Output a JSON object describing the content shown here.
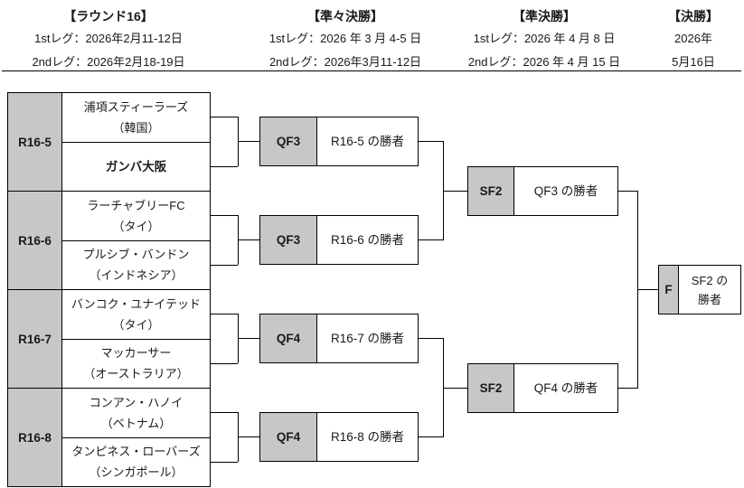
{
  "header": {
    "columns": [
      {
        "title": "【ラウンド16】",
        "line1": "1stレグ：2026年2月11-12日",
        "line2": "2ndレグ：2026年2月18-19日"
      },
      {
        "title": "【準々決勝】",
        "line1": "1stレグ：2026 年 3 月 4-5 日",
        "line2": "2ndレグ：2026年3月11-12日"
      },
      {
        "title": "【準決勝】",
        "line1": "1stレグ：2026 年 4 月 8 日",
        "line2": "2ndレグ：2026 年 4 月 15 日"
      },
      {
        "title": "【決勝】",
        "line1": "2026年",
        "line2": "5月16日"
      }
    ]
  },
  "bracket": {
    "r16": [
      {
        "label": "R16-5",
        "top": {
          "name": "浦項スティーラーズ",
          "country": "（韓国）"
        },
        "bottom": {
          "name": "ガンバ大阪",
          "country": ""
        }
      },
      {
        "label": "R16-6",
        "top": {
          "name": "ラーチャブリーFC",
          "country": "（タイ）"
        },
        "bottom": {
          "name": "プルシブ・バンドン",
          "country": "（インドネシア）"
        }
      },
      {
        "label": "R16-7",
        "top": {
          "name": "バンコク・ユナイテッド",
          "country": "（タイ）"
        },
        "bottom": {
          "name": "マッカーサー",
          "country": "（オーストラリア）"
        }
      },
      {
        "label": "R16-8",
        "top": {
          "name": "コンアン・ハノイ",
          "country": "（ベトナム）"
        },
        "bottom": {
          "name": "タンピネス・ローバーズ",
          "country": "（シンガポール）"
        }
      }
    ],
    "qf": [
      {
        "label": "QF3",
        "text": "R16-5 の勝者"
      },
      {
        "label": "QF3",
        "text": "R16-6 の勝者"
      },
      {
        "label": "QF4",
        "text": "R16-7 の勝者"
      },
      {
        "label": "QF4",
        "text": "R16-8 の勝者"
      }
    ],
    "sf": [
      {
        "label": "SF2",
        "text": "QF3 の勝者"
      },
      {
        "label": "SF2",
        "text": "QF4 の勝者"
      }
    ],
    "final": {
      "label": "F",
      "line1": "SF2 の",
      "line2": "勝者"
    }
  },
  "colors": {
    "cell_gray": "#c7c7c7",
    "border": "#000000"
  }
}
